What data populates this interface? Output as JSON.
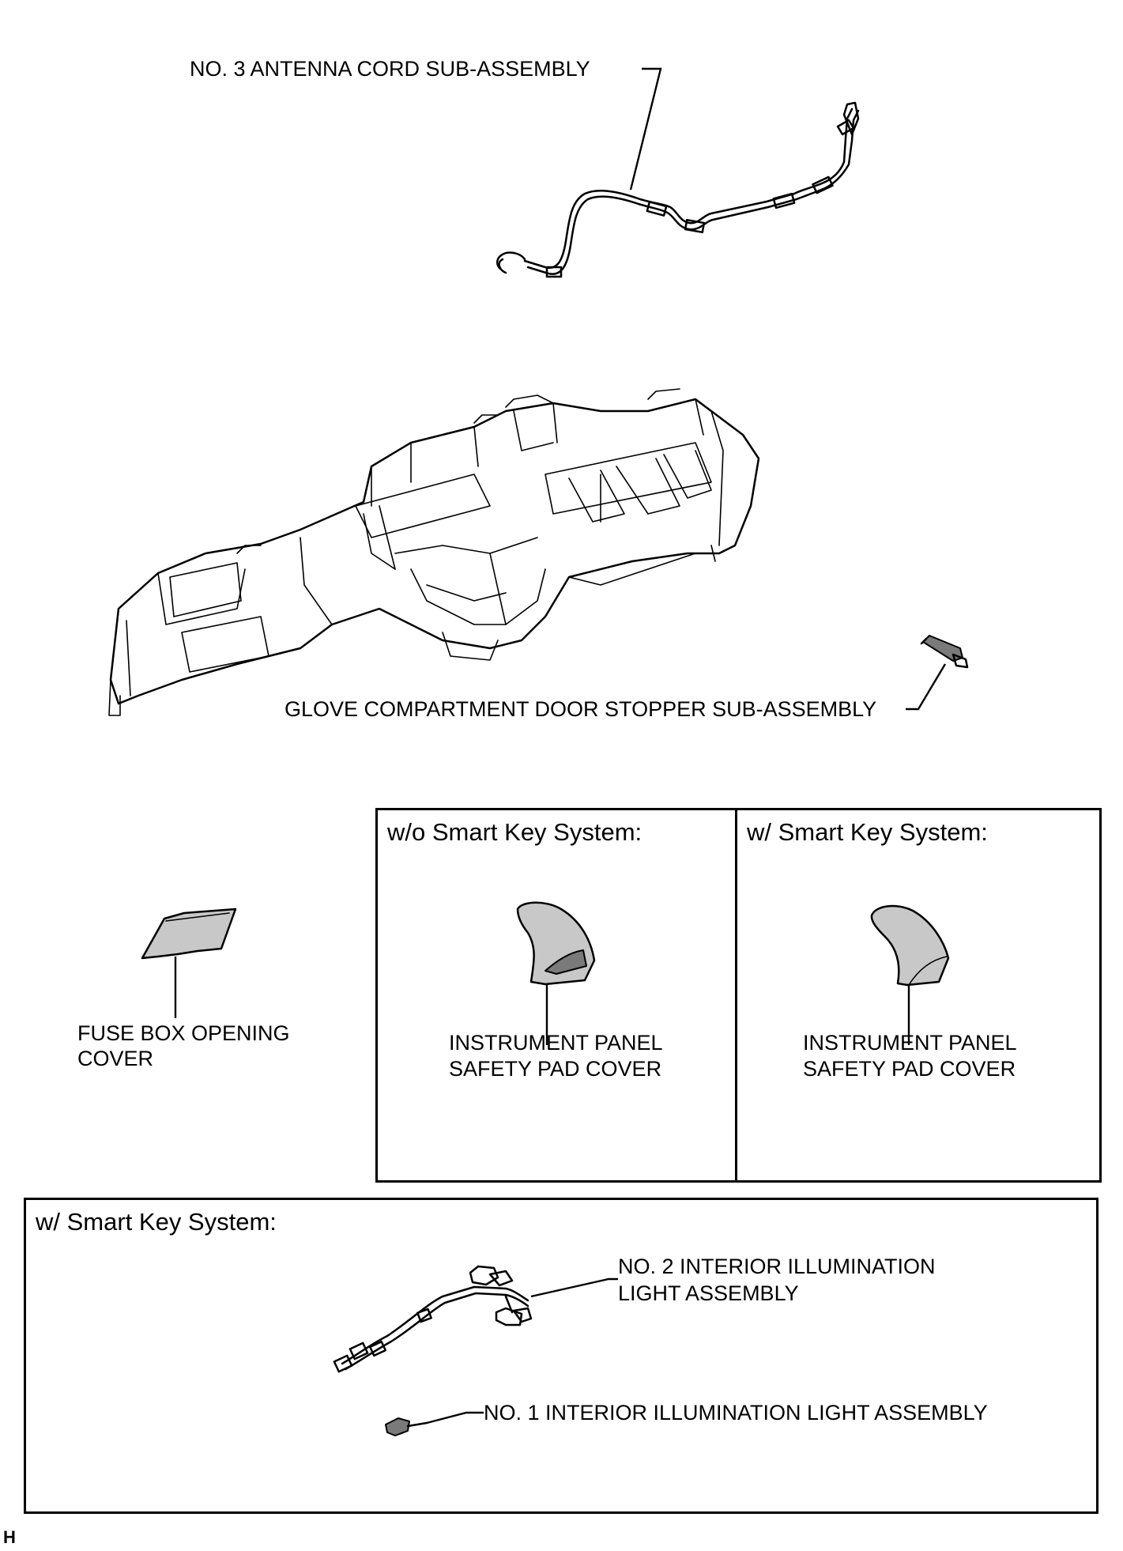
{
  "labels": {
    "antenna_cord": "NO. 3 ANTENNA CORD SUB-ASSEMBLY",
    "glove_stopper": "GLOVE COMPARTMENT DOOR STOPPER SUB-ASSEMBLY",
    "fuse_box_line1": "FUSE BOX OPENING",
    "fuse_box_line2": "COVER",
    "pad_cover_wo_line1": "INSTRUMENT PANEL",
    "pad_cover_wo_line2": "SAFETY PAD COVER",
    "pad_cover_w_line1": "INSTRUMENT PANEL",
    "pad_cover_w_line2": "SAFETY PAD COVER",
    "illum2_line1": "NO. 2 INTERIOR ILLUMINATION",
    "illum2_line2": "LIGHT ASSEMBLY",
    "illum1": "NO. 1 INTERIOR ILLUMINATION LIGHT ASSEMBLY"
  },
  "boxes": {
    "wo_smart_key_title": "w/o Smart Key System:",
    "w_smart_key_title": "w/ Smart Key System:",
    "bottom_title": "w/ Smart Key System:"
  },
  "corner_mark": "H"
}
